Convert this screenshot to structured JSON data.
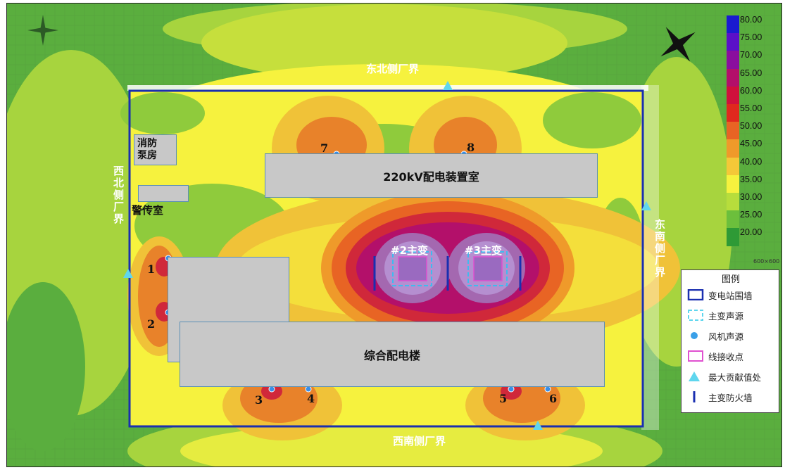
{
  "map": {
    "boundaries": {
      "northeast": "东北侧厂界",
      "southwest": "西南侧厂界",
      "northwest": "西北侧厂界",
      "southeast": "东南侧厂界"
    },
    "rooms": {
      "gis": "220kV配电装置室",
      "fire_pump": "消防泵房",
      "guard": "警传室",
      "main_building": "综合配电楼"
    },
    "transformers": [
      "#2主变",
      "#3主变"
    ],
    "fan_labels": [
      "1",
      "2",
      "3",
      "4",
      "5",
      "6",
      "7",
      "8"
    ]
  },
  "scale": {
    "values": [
      "80.00",
      "75.00",
      "70.00",
      "65.00",
      "60.00",
      "55.00",
      "50.00",
      "45.00",
      "40.00",
      "35.00",
      "30.00",
      "25.00",
      "20.00"
    ],
    "colors": [
      "#1a1ad0",
      "#5a10c8",
      "#8a0e9e",
      "#b3106a",
      "#d0103c",
      "#e0281e",
      "#e86424",
      "#ef9a2a",
      "#f4c838",
      "#f6f23e",
      "#b7dd3c",
      "#6cbf3c",
      "#2e9a36"
    ],
    "note": "600×600"
  },
  "legend": {
    "title": "图例",
    "items": [
      {
        "label": "变电站围墙",
        "icon": "wall-icon"
      },
      {
        "label": "主变声源",
        "icon": "transformer-source-icon"
      },
      {
        "label": "风机声源",
        "icon": "fan-source-icon"
      },
      {
        "label": "线接收点",
        "icon": "line-receiver-icon"
      },
      {
        "label": "最大贡献值处",
        "icon": "max-value-icon"
      },
      {
        "label": "主变防火墙",
        "icon": "firewall-icon"
      }
    ]
  },
  "colors": {
    "wall": "#1a2fb0",
    "marker": "#3aa0e8",
    "triangle": "#5fd6ee",
    "receiver": "#e050d0"
  }
}
